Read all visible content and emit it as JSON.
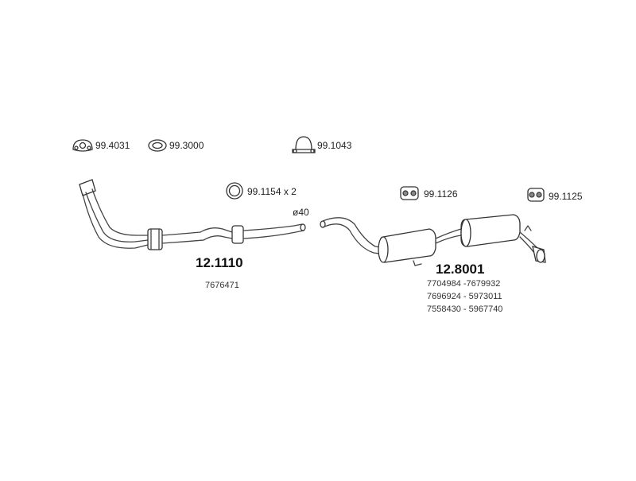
{
  "accessories": [
    {
      "code": "99.4031",
      "icon": "gasket-icon"
    },
    {
      "code": "99.3000",
      "icon": "ring-gasket-icon"
    },
    {
      "code": "99.1043",
      "icon": "clamp-icon"
    },
    {
      "code": "99.1154 x 2",
      "icon": "o-ring-icon"
    },
    {
      "code": "99.1126",
      "icon": "rubber-mount-icon"
    },
    {
      "code": "99.1125",
      "icon": "rubber-mount-icon"
    }
  ],
  "front_pipe": {
    "part_number": "12.1110",
    "oem_refs": [
      "7676471"
    ],
    "diameter_label": "ø40"
  },
  "rear_section": {
    "part_number": "12.8001",
    "oem_refs": [
      "7704984 -7679932",
      "7696924 - 5973011",
      "7558430 - 5967740"
    ]
  },
  "colors": {
    "line": "#444444",
    "text": "#222222",
    "background": "#ffffff"
  }
}
